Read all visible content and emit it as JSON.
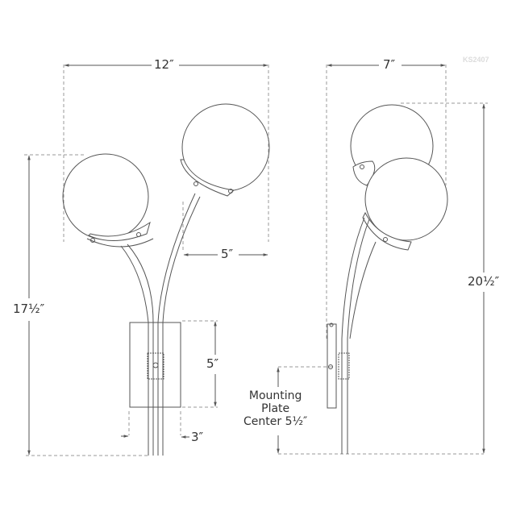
{
  "drawing": {
    "model_code": "KS2407",
    "colors": {
      "line": "#555555",
      "dash": "#999999",
      "text": "#333333",
      "code": "#dcdcdc"
    },
    "front_view": {
      "width_label": "12″",
      "height_label": "17½″",
      "globe_offset_label": "5″",
      "backplate_height_label": "5″",
      "backplate_width_label": "3″"
    },
    "side_view": {
      "depth_label": "7″",
      "height_label": "20½″",
      "mounting_plate": {
        "line1": "Mounting",
        "line2": "Plate",
        "line3": "Center 5½″"
      }
    }
  }
}
